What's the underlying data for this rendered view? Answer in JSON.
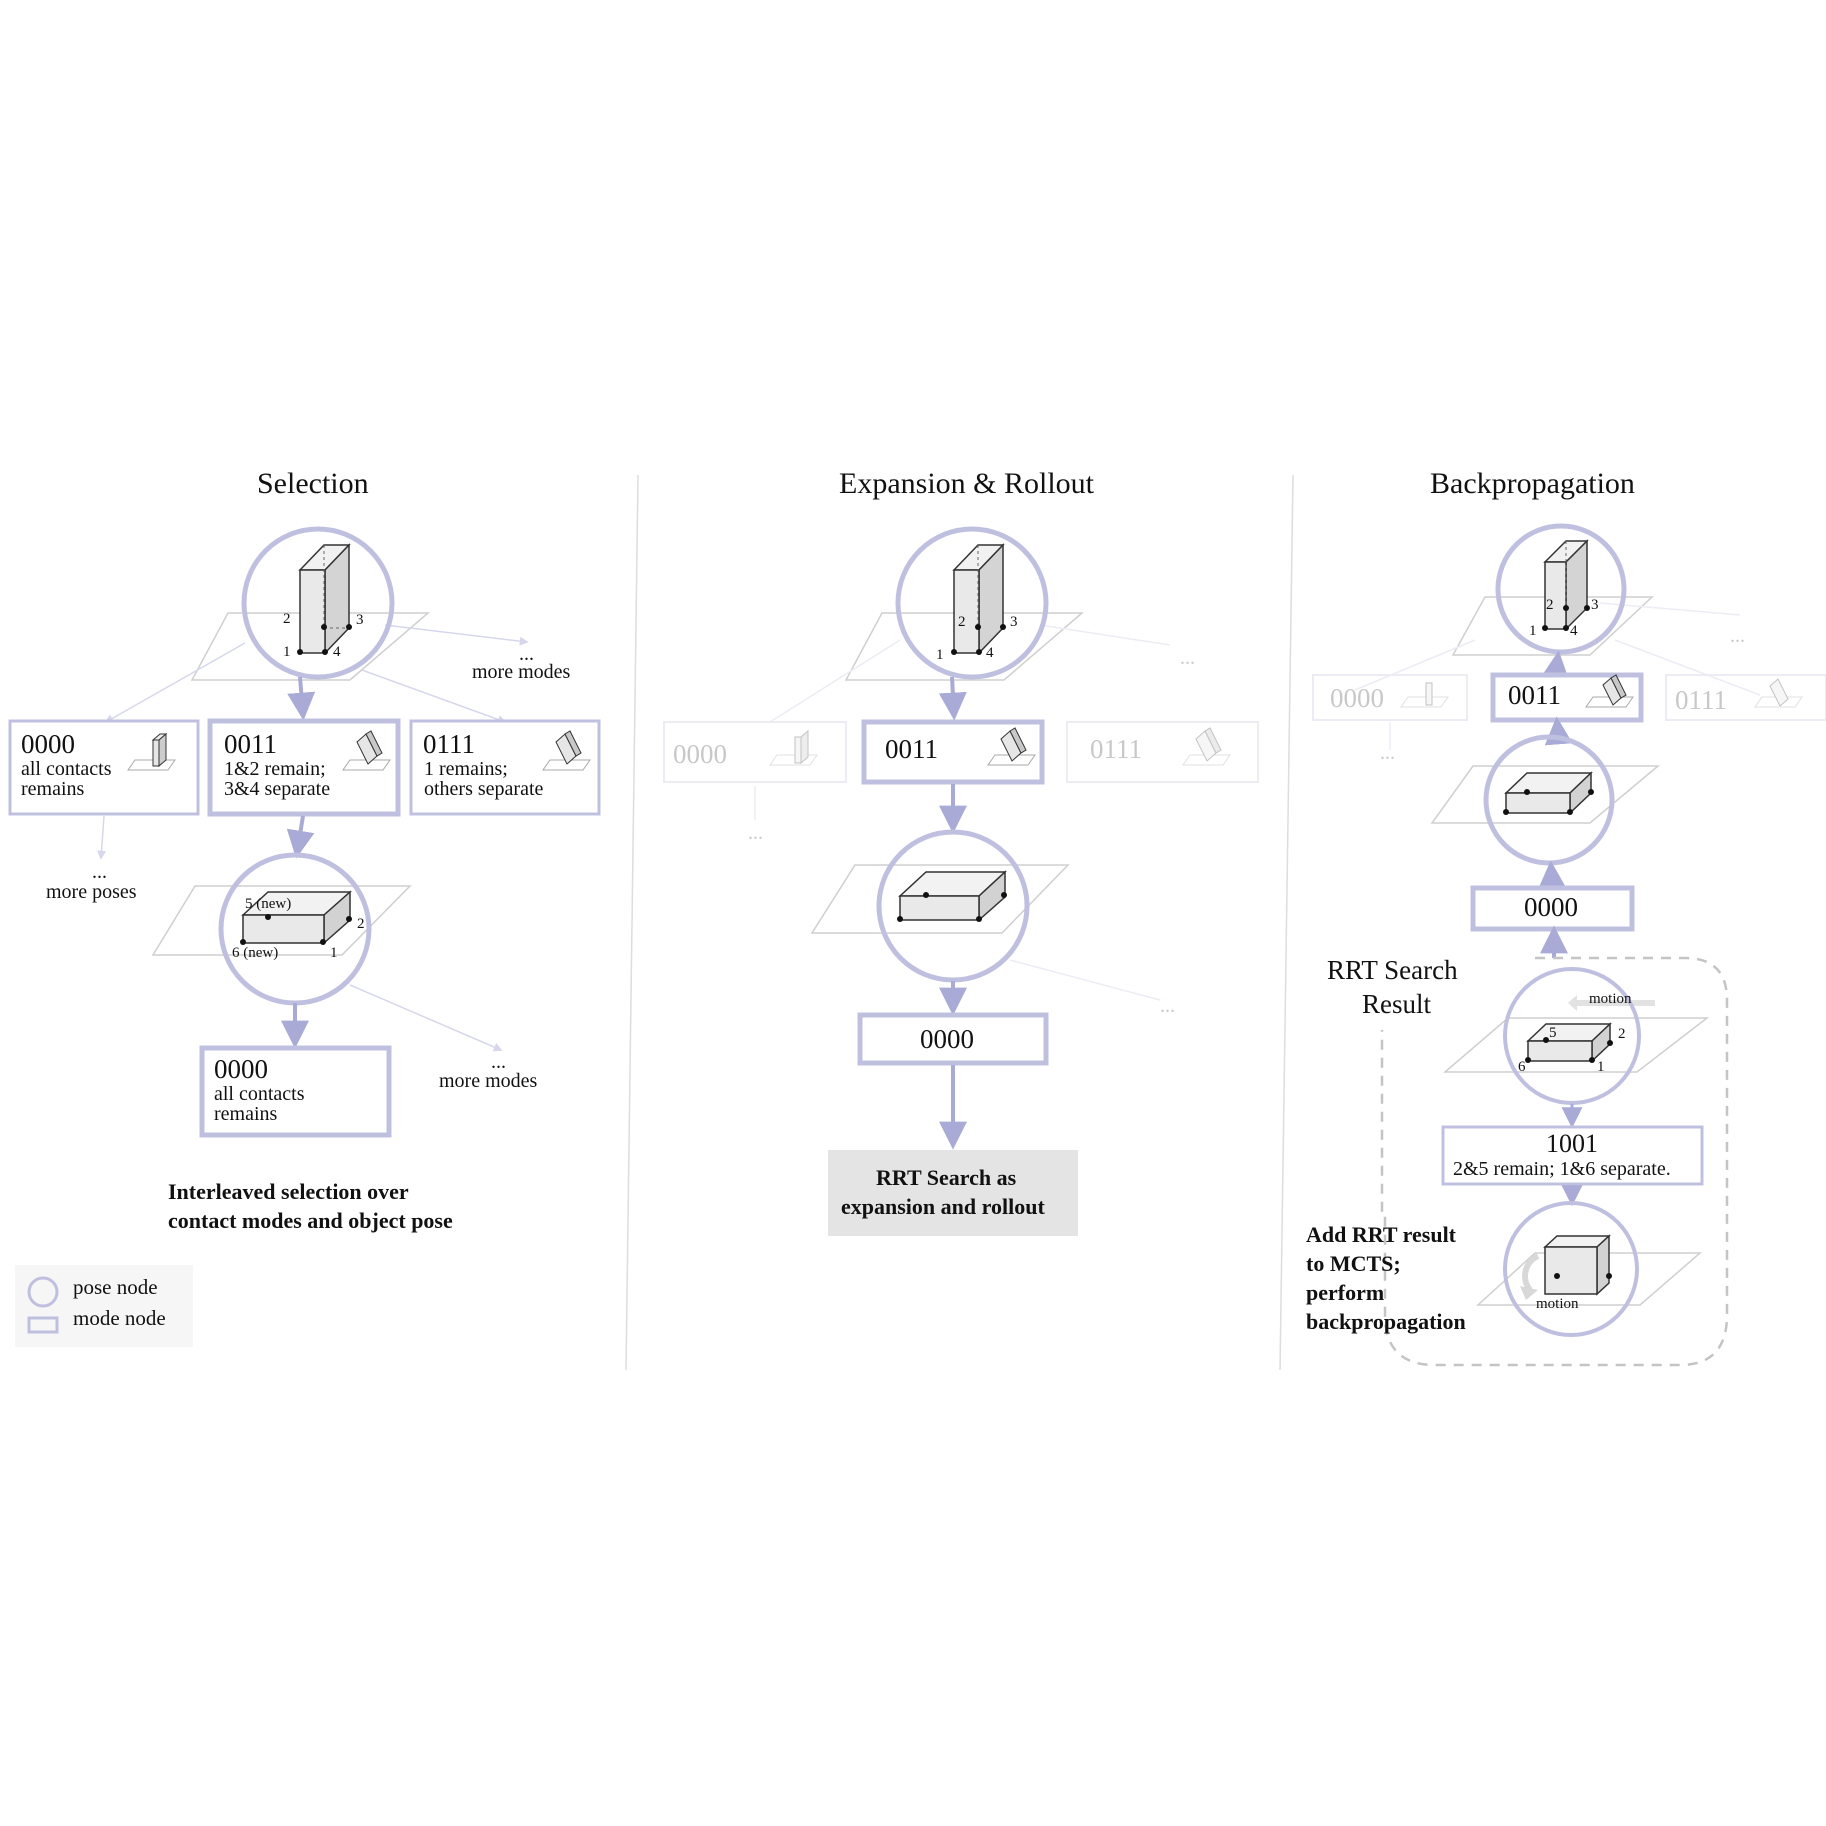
{
  "colors": {
    "node_stroke": "#bfc0e0",
    "node_stroke_faint": "#e6e6f2",
    "arrow": "#a9abd6",
    "divider": "#d8d8d8",
    "box_fill": "#e4e4e4",
    "dashed": "#bdbdbd"
  },
  "panels": [
    {
      "title": "Selection"
    },
    {
      "title": "Expansion & Rollout"
    },
    {
      "title": "Backpropagation"
    }
  ],
  "selection": {
    "vertex_labels": {
      "v1": "1",
      "v2": "2",
      "v3": "3",
      "v4": "4"
    },
    "more_modes_top": {
      "dots": "...",
      "label": "more modes"
    },
    "mode_nodes": [
      {
        "code": "0000",
        "line1": "all contacts",
        "line2": "remains"
      },
      {
        "code": "0011",
        "line1": "1&2 remain;",
        "line2": "3&4 separate"
      },
      {
        "code": "0111",
        "line1": "1 remains;",
        "line2": "others separate"
      }
    ],
    "more_poses": {
      "dots": "...",
      "label": "more poses"
    },
    "flat_labels": {
      "l5": "5 (new)",
      "l6": "6 (new)",
      "l1": "1",
      "l2": "2"
    },
    "bottom_mode": {
      "code": "0000",
      "line1": "all contacts",
      "line2": "remains"
    },
    "more_modes_bottom": {
      "dots": "...",
      "label": "more modes"
    },
    "caption": {
      "line1": "Interleaved selection over",
      "line2": "contact modes and object pose"
    }
  },
  "legend": {
    "pose": "pose node",
    "mode": "mode node"
  },
  "expansion": {
    "vertex_labels": {
      "v1": "1",
      "v2": "2",
      "v3": "3",
      "v4": "4"
    },
    "faint_dots_top": "...",
    "mode_nodes": [
      {
        "code": "0000",
        "faint": true
      },
      {
        "code": "0011",
        "faint": false
      },
      {
        "code": "0111",
        "faint": true
      }
    ],
    "faint_dots_left": "...",
    "faint_dots_right": "...",
    "bottom_mode": "0000",
    "rrt_box": {
      "line1": "RRT Search as",
      "line2": "expansion and rollout"
    }
  },
  "backprop": {
    "vertex_labels": {
      "v1": "1",
      "v2": "2",
      "v3": "3",
      "v4": "4"
    },
    "faint_dots_top": "...",
    "mode_faint_left": "0000",
    "mode_mid": "0011",
    "mode_faint_right": "0111",
    "faint_dots_left": "...",
    "mode_0000": "0000",
    "rrt_result": {
      "line1": "RRT Search",
      "line2": "Result"
    },
    "motion_top": "motion",
    "flat_labels": {
      "l5": "5",
      "l2": "2",
      "l6": "6",
      "l1": "1"
    },
    "mode_1001": {
      "code": "1001",
      "desc": "2&5 remain; 1&6 separate."
    },
    "motion_bottom": "motion",
    "caption": {
      "line1": "Add RRT result",
      "line2": "to MCTS;",
      "line3": "perform",
      "line4": "backpropagation"
    }
  }
}
